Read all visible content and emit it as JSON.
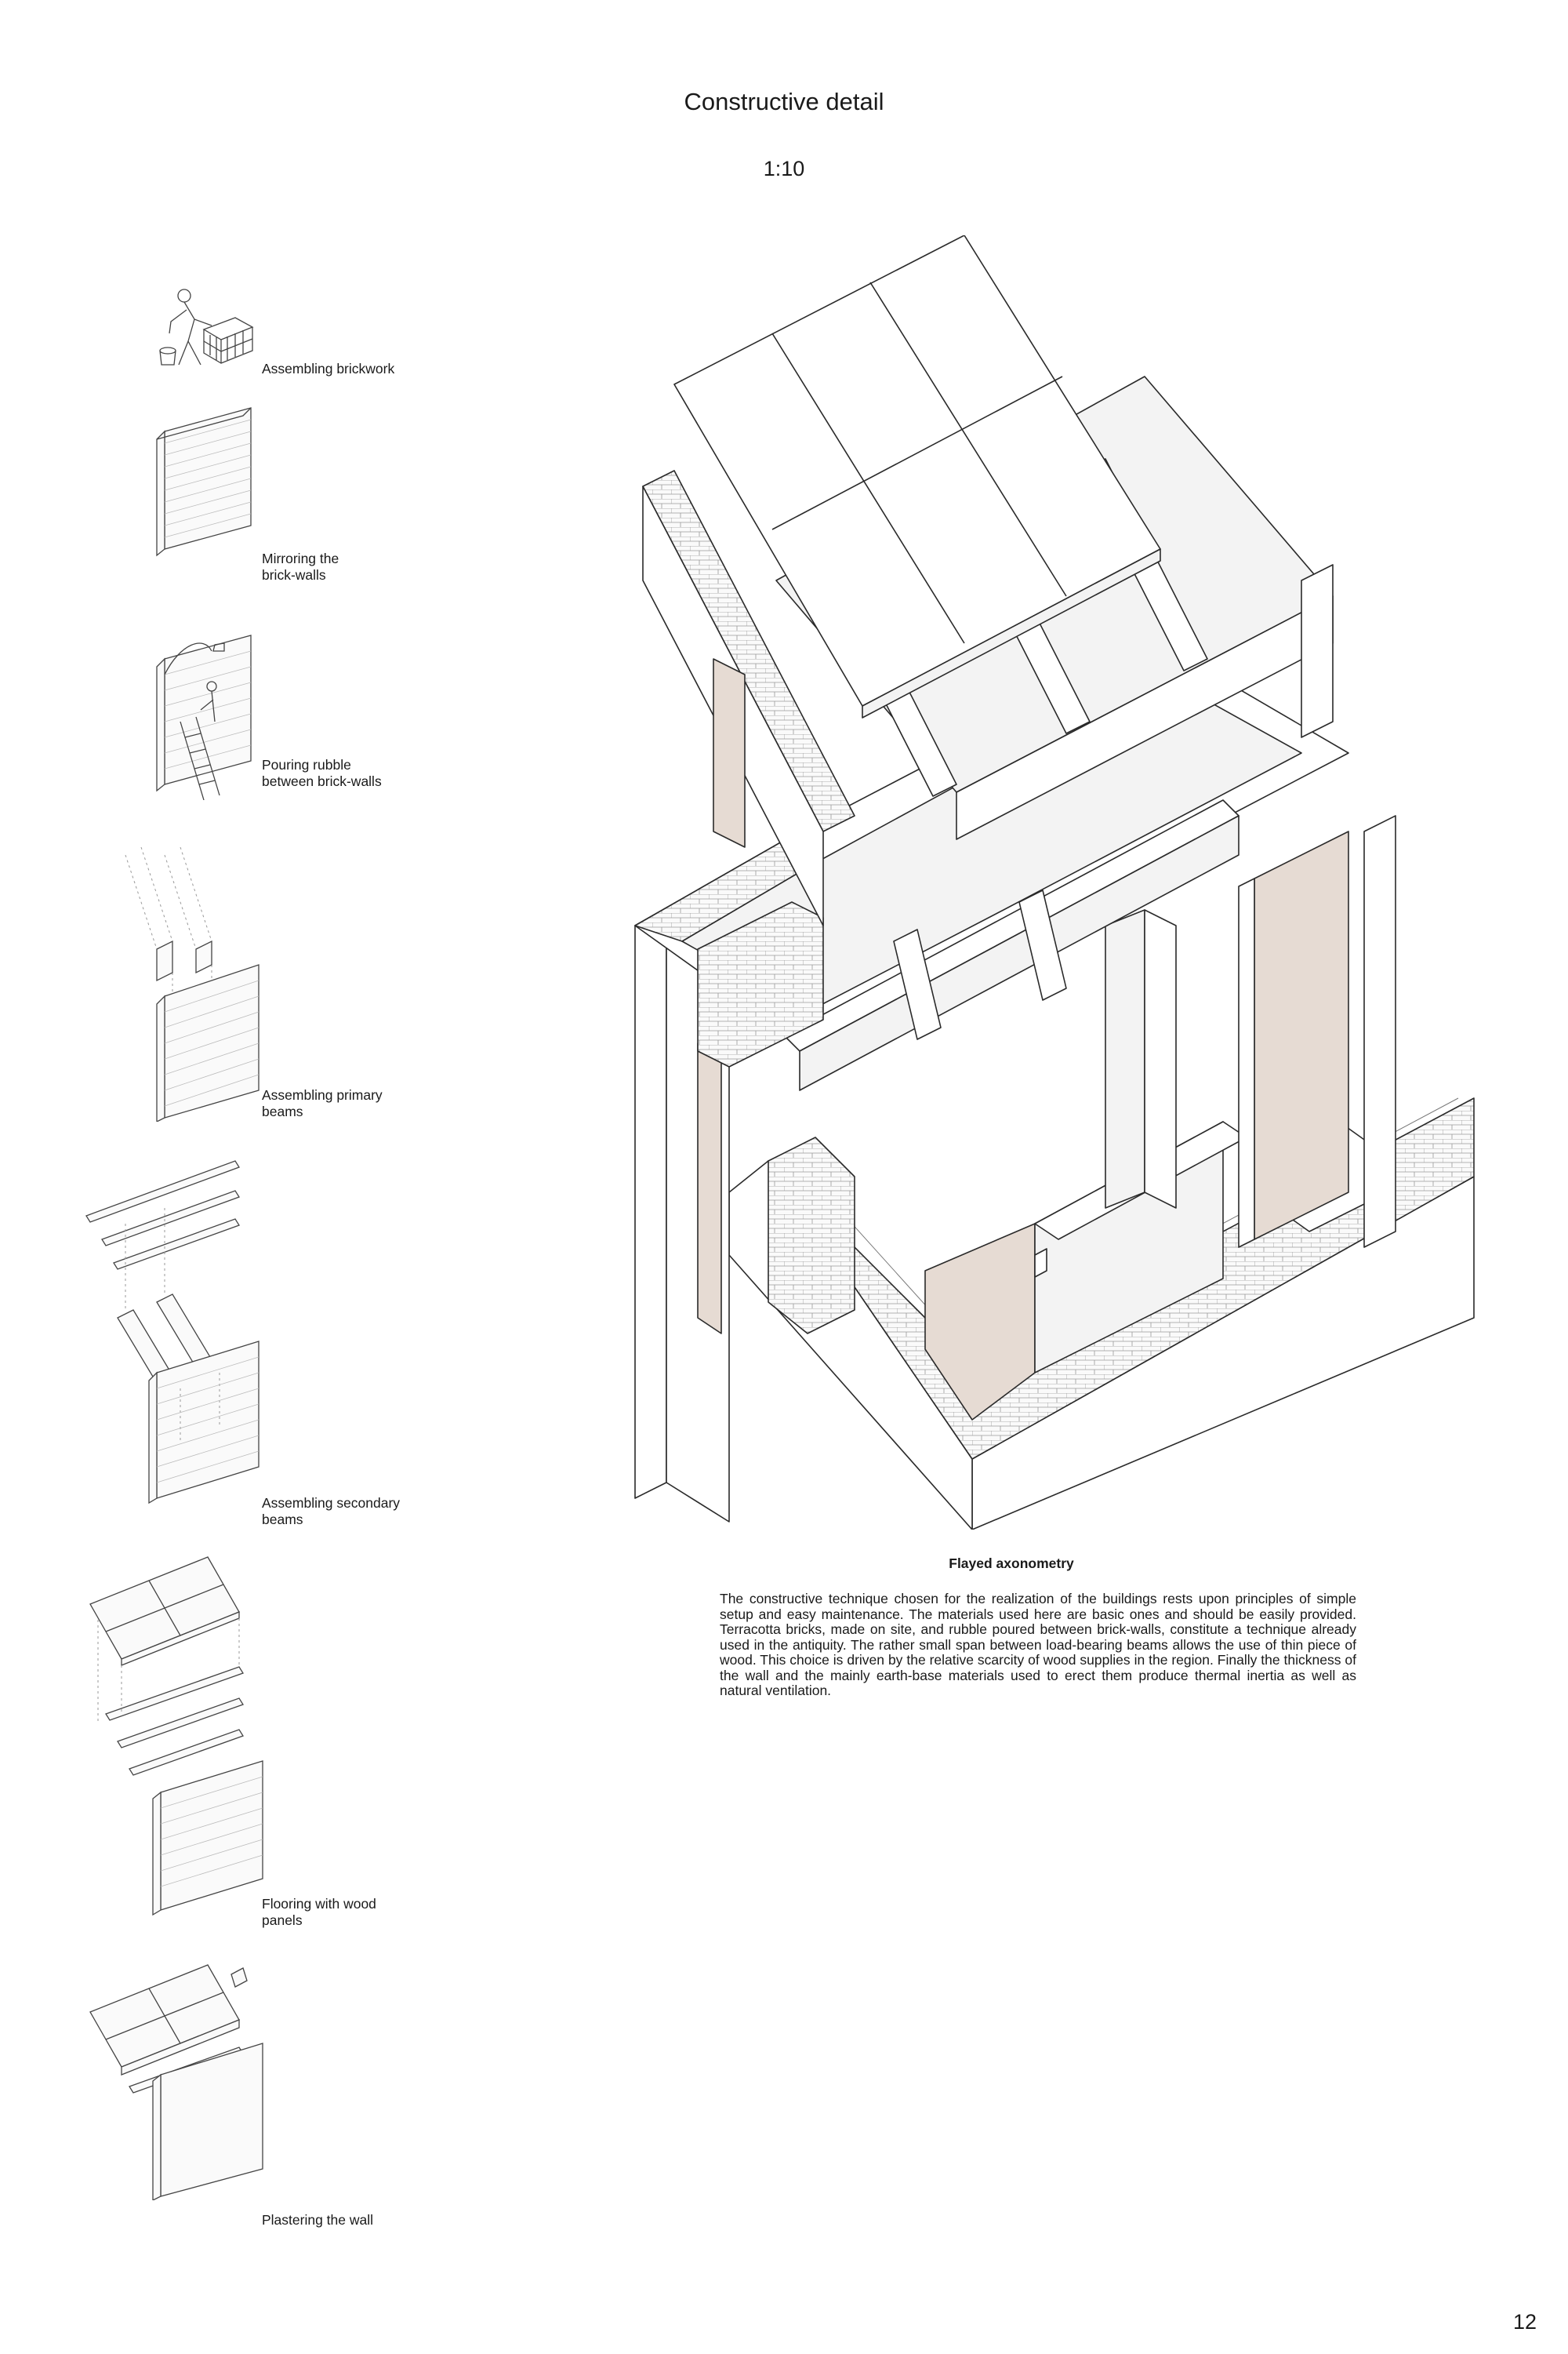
{
  "header": {
    "title": "Constructive detail",
    "scale": "1:10"
  },
  "steps": [
    {
      "label": "Assembling brickwork"
    },
    {
      "label": "Mirroring the brick-walls"
    },
    {
      "label": "Pouring rubble between brick-walls"
    },
    {
      "label": "Assembling primary beams"
    },
    {
      "label": "Assembling secondary beams"
    },
    {
      "label": "Flooring with wood panels"
    },
    {
      "label": "Plastering the wall"
    }
  ],
  "caption": {
    "title": "Flayed axonometry",
    "body": "The constructive technique chosen for the realization of the buildings rests upon principles of simple setup and easy maintenance. The materials used here are basic ones and should be easily provided. Terracotta bricks, made on site, and rubble poured between brick-walls, constitute a technique already used in the antiquity. The rather small span between load-bearing beams allows the use of thin piece of wood. This choice is driven by the relative scarcity of wood supplies in the region. Finally the thickness of the wall and the mainly earth-base materials used to erect them produce thermal inertia as well as natural ventilation."
  },
  "page": {
    "number": "12"
  },
  "colors": {
    "line": "#2a2a2a",
    "plaster": "#e6dbd3",
    "face": "#f3f3f3",
    "paper": "#ffffff"
  }
}
